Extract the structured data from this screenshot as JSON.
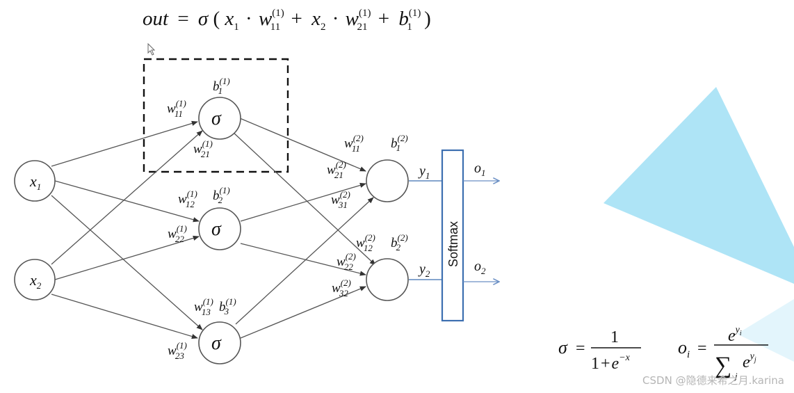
{
  "formula_top": {
    "lhs": "out",
    "eq": "=",
    "sigma": "σ",
    "lparen": "(",
    "x1": "x",
    "x1_sub": "1",
    "dot1": "·",
    "w11": "w",
    "w11_sub": "11",
    "w11_sup": "(1)",
    "plus1": "+",
    "x2": "x",
    "x2_sub": "2",
    "dot2": "·",
    "w21": "w",
    "w21_sub": "21",
    "w21_sup": "(1)",
    "plus2": "+",
    "b1": "b",
    "b1_sub": "1",
    "b1_sup": "(1)",
    "rparen": ")"
  },
  "inputs": [
    {
      "base": "x",
      "sub": "1"
    },
    {
      "base": "x",
      "sub": "2"
    }
  ],
  "hidden": [
    {
      "symbol": "σ",
      "bias": {
        "base": "b",
        "sub": "1",
        "sup": "(1)"
      }
    },
    {
      "symbol": "σ",
      "bias": {
        "base": "b",
        "sub": "2",
        "sup": "(1)"
      }
    },
    {
      "symbol": "σ",
      "bias": {
        "base": "b",
        "sub": "3",
        "sup": "(1)"
      }
    }
  ],
  "output_nodes": [
    {
      "bias": {
        "base": "b",
        "sub": "1",
        "sup": "(2)"
      },
      "y": {
        "base": "y",
        "sub": "1"
      },
      "o": {
        "base": "o",
        "sub": "1"
      }
    },
    {
      "bias": {
        "base": "b",
        "sub": "2",
        "sup": "(2)"
      },
      "y": {
        "base": "y",
        "sub": "2"
      },
      "o": {
        "base": "o",
        "sub": "2"
      }
    }
  ],
  "weights_layer1": [
    {
      "base": "w",
      "sub": "11",
      "sup": "(1)"
    },
    {
      "base": "w",
      "sub": "21",
      "sup": "(1)"
    },
    {
      "base": "w",
      "sub": "12",
      "sup": "(1)"
    },
    {
      "base": "w",
      "sub": "22",
      "sup": "(1)"
    },
    {
      "base": "w",
      "sub": "13",
      "sup": "(1)"
    },
    {
      "base": "w",
      "sub": "23",
      "sup": "(1)"
    }
  ],
  "weights_layer2": [
    {
      "base": "w",
      "sub": "11",
      "sup": "(2)"
    },
    {
      "base": "w",
      "sub": "21",
      "sup": "(2)"
    },
    {
      "base": "w",
      "sub": "31",
      "sup": "(2)"
    },
    {
      "base": "w",
      "sub": "12",
      "sup": "(2)"
    },
    {
      "base": "w",
      "sub": "22",
      "sup": "(2)"
    },
    {
      "base": "w",
      "sub": "32",
      "sup": "(2)"
    }
  ],
  "softmax_label": "Softmax",
  "sigma_formula": {
    "lhs": "σ",
    "eq": "=",
    "num": "1",
    "den_one": "1",
    "den_plus": "+",
    "den_e": "e",
    "den_exp": "−x"
  },
  "o_formula": {
    "lhs": "o",
    "lhs_sub": "i",
    "eq": "=",
    "num_e": "e",
    "num_exp": "y",
    "num_exp_sub": "i",
    "sum": "∑",
    "sum_sub": "j",
    "den_e": "e",
    "den_exp": "y",
    "den_exp_sub": "j"
  },
  "watermark": "CSDN @隐德来希之月.karina",
  "colors": {
    "triangle": "#aee4f6",
    "triangle_light": "#e3f5fc",
    "softmax_border": "#3c6fb0",
    "arrow_blue": "#6a8fc4"
  }
}
